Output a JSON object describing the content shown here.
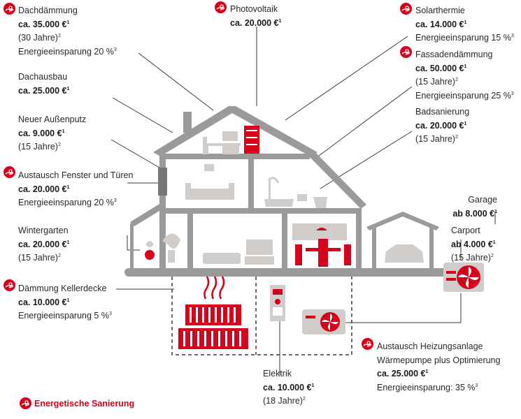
{
  "colors": {
    "accent": "#d8001a",
    "house": "#9a9a9a",
    "furniture": "#d0cdca",
    "line": "#3a3a3a"
  },
  "icon": "hand-coin-icon",
  "legend": {
    "label": "Energetische Sanierung"
  },
  "items": {
    "dachdaemmung": {
      "title": "Dachdämmung",
      "cost": "ca. 35.000 €",
      "cost_note": "1",
      "years": "(30 Jahre)",
      "years_note": "2",
      "saving": "Energieeinsparung 20 %",
      "saving_note": "3"
    },
    "dachausbau": {
      "title": "Dachausbau",
      "cost": "ca. 25.000 €",
      "cost_note": "1"
    },
    "aussenputz": {
      "title": "Neuer Außenputz",
      "cost": "ca. 9.000 €",
      "cost_note": "1",
      "years": "(15 Jahre)",
      "years_note": "2"
    },
    "fenster": {
      "title": "Austausch Fenster und Türen",
      "cost": "ca. 20.000 €",
      "cost_note": "1",
      "saving": "Energieeinsparung 20 %",
      "saving_note": "3"
    },
    "wintergarten": {
      "title": "Wintergarten",
      "cost": "ca. 20.000 €",
      "cost_note": "1",
      "years": "(15 Jahre)",
      "years_note": "2"
    },
    "kellerdecke": {
      "title": "Dämmung Kellerdecke",
      "cost": "ca. 10.000 €",
      "cost_note": "1",
      "saving": "Energieeinsparung 5 %",
      "saving_note": "3"
    },
    "photovoltaik": {
      "title": "Photovoltaik",
      "cost": "ca. 20.000 €",
      "cost_note": "1"
    },
    "solarthermie": {
      "title": "Solarthermie",
      "cost": "ca. 14.000 €",
      "cost_note": "1",
      "saving": "Energieeinsparung 15 %",
      "saving_note": "3"
    },
    "fassade": {
      "title": "Fassadendämmung",
      "cost": "ca. 50.000 €",
      "cost_note": "1",
      "years": "(15 Jahre)",
      "years_note": "2",
      "saving": "Energieeinsparung 25 %",
      "saving_note": "3"
    },
    "bad": {
      "title": "Badsanierung",
      "cost": "ca. 20.000 €",
      "cost_note": "1",
      "years": "(15 Jahre)",
      "years_note": "2"
    },
    "garage": {
      "title": "Garage",
      "cost": "ab 8.000 €",
      "cost_note": "1"
    },
    "carport": {
      "title": "Carport",
      "cost": "ab 4.000 €",
      "cost_note": "1",
      "years": "(15 Jahre)",
      "years_note": "2"
    },
    "heizung": {
      "title": "Austausch Heizungsanlage",
      "title2": "Wärmepumpe plus Optimierung",
      "cost": "ca. 25.000 €",
      "cost_note": "1",
      "saving": "Energieeinsparung: 35 %",
      "saving_note": "3"
    },
    "elektrik": {
      "title": "Elektrik",
      "cost": "ca. 10.000 €",
      "cost_note": "1",
      "years": "(18 Jahre)",
      "years_note": "2"
    }
  }
}
